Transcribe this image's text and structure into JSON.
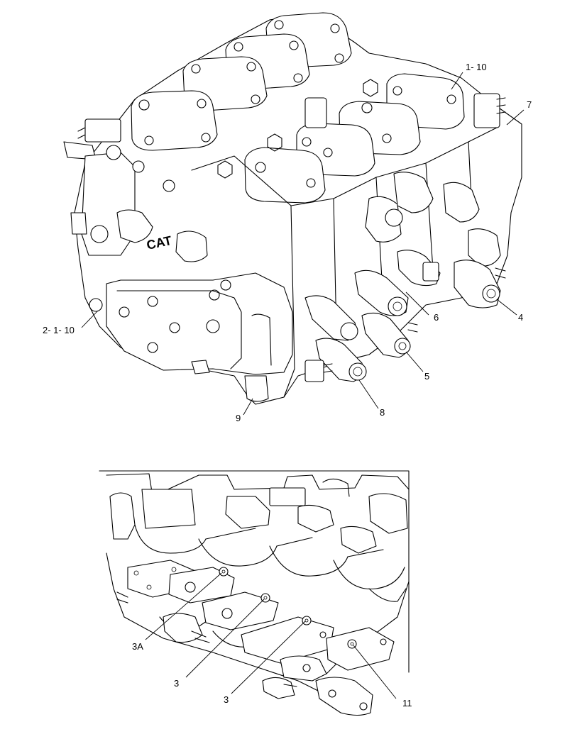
{
  "main_view": {
    "callouts": [
      {
        "id": "c-1-10",
        "text": "1- 10"
      },
      {
        "id": "c-7",
        "text": "7"
      },
      {
        "id": "c-2-1-10",
        "text": "2- 1- 10"
      },
      {
        "id": "c-6",
        "text": "6"
      },
      {
        "id": "c-4",
        "text": "4"
      },
      {
        "id": "c-5",
        "text": "5"
      },
      {
        "id": "c-8",
        "text": "8"
      },
      {
        "id": "c-9",
        "text": "9"
      }
    ]
  },
  "detail_view": {
    "callouts": [
      {
        "id": "c-3a",
        "text": "3A"
      },
      {
        "id": "c-3-left",
        "text": "3"
      },
      {
        "id": "c-3-right",
        "text": "3"
      },
      {
        "id": "c-11",
        "text": "11"
      }
    ]
  }
}
